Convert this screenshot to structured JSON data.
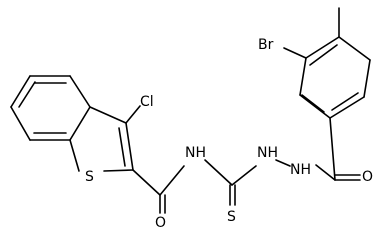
{
  "molecule": {
    "atoms": {
      "br": "Br",
      "cl": "Cl",
      "s_ring": "S",
      "s_thio": "S",
      "o_amide": "O",
      "o_hydrazide": "O",
      "nh_amide": "NH",
      "nh_hydrazine_left": "NH",
      "nh_hydrazine_right": "NH"
    }
  }
}
